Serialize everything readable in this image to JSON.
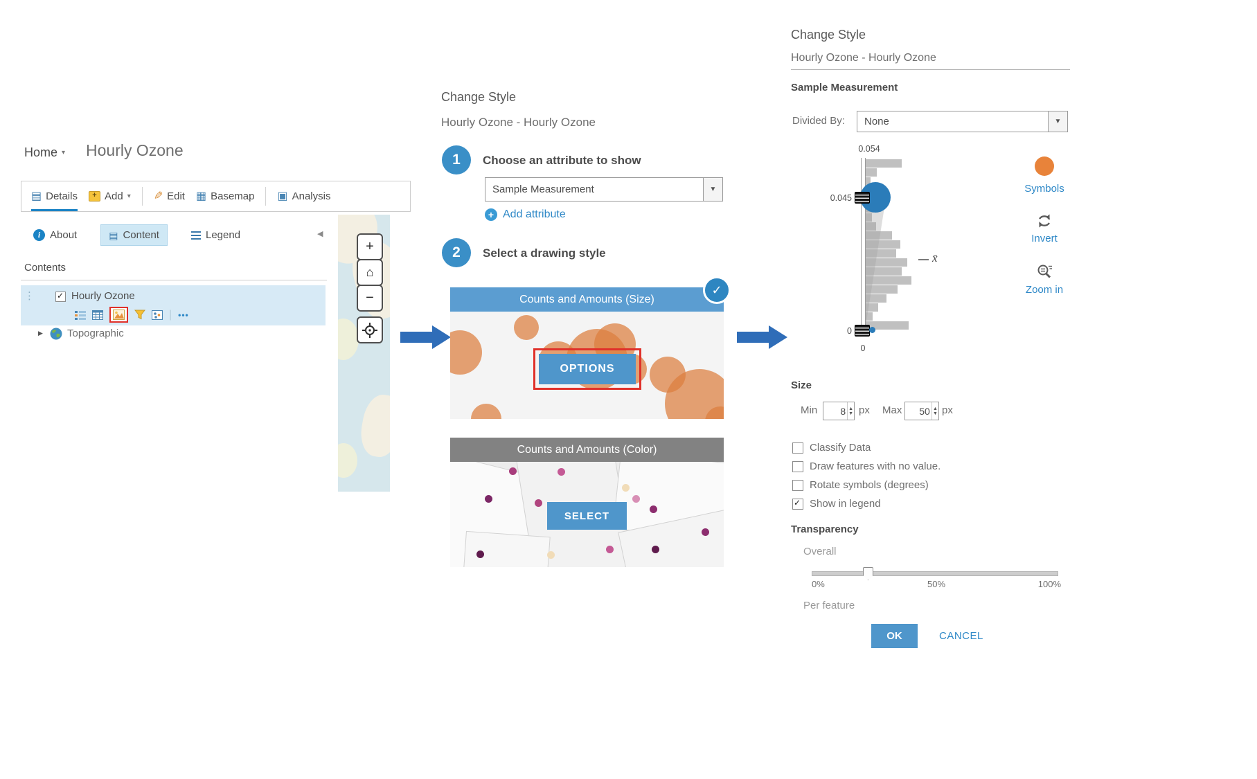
{
  "viewer": {
    "breadcrumb_home": "Home",
    "breadcrumb_title": "Hourly Ozone",
    "toolbar": {
      "details": "Details",
      "add": "Add",
      "edit": "Edit",
      "basemap": "Basemap",
      "analysis": "Analysis"
    },
    "tabs": {
      "about": "About",
      "content": "Content",
      "legend": "Legend"
    },
    "contents_label": "Contents",
    "layers": [
      {
        "name": "Hourly Ozone",
        "checked": true
      },
      {
        "name": "Topographic"
      }
    ],
    "more_icon": "•••"
  },
  "style_panel": {
    "title": "Change Style",
    "subtitle": "Hourly Ozone - Hourly Ozone",
    "step1_number": "1",
    "step1_label": "Choose an attribute to show",
    "attribute_value": "Sample Measurement",
    "add_attribute": "Add attribute",
    "step2_number": "2",
    "step2_label": "Select a drawing style",
    "cards": [
      {
        "title": "Counts and Amounts (Size)",
        "button": "OPTIONS",
        "selected": true
      },
      {
        "title": "Counts and Amounts (Color)",
        "button": "SELECT",
        "selected": false
      }
    ]
  },
  "options_panel": {
    "title": "Change Style",
    "subtitle": "Hourly Ozone - Hourly Ozone",
    "attribute": "Sample Measurement",
    "divided_by_label": "Divided By:",
    "divided_by_value": "None",
    "histogram": {
      "top_value": "0.054",
      "handle_value": "0.045",
      "bottom_value": "0",
      "axis_label": "0",
      "mean_symbol": "x̄",
      "bars": [
        52,
        16,
        7,
        5,
        9,
        12,
        9,
        15,
        38,
        50,
        44,
        60,
        52,
        66,
        46,
        30,
        18,
        10,
        62
      ]
    },
    "actions": {
      "symbols": "Symbols",
      "invert": "Invert",
      "zoom_in": "Zoom in"
    },
    "size": {
      "label": "Size",
      "min_label": "Min",
      "min_value": "8",
      "min_unit": "px",
      "max_label": "Max",
      "max_value": "50",
      "max_unit": "px"
    },
    "checkboxes": [
      {
        "label": "Classify Data",
        "checked": false
      },
      {
        "label": "Draw features with no value.",
        "checked": false
      },
      {
        "label": "Rotate symbols (degrees)",
        "checked": false
      },
      {
        "label": "Show in legend",
        "checked": true
      }
    ],
    "transparency": {
      "label": "Transparency",
      "overall_label": "Overall",
      "ticks": [
        "0%",
        "50%",
        "100%"
      ],
      "per_feature_label": "Per feature"
    },
    "ok": "OK",
    "cancel": "CANCEL"
  },
  "colors": {
    "accent_blue": "#2e88c7",
    "button_blue": "#4f96cb",
    "step_blue": "#3a8fc7",
    "card_size_header": "#5b9dd1",
    "card_color_header": "#828282",
    "highlight_red": "#e0312a",
    "arrow_blue": "#2f6db8",
    "symbol_orange": "#e8833a",
    "selected_row": "#d7eaf6"
  }
}
